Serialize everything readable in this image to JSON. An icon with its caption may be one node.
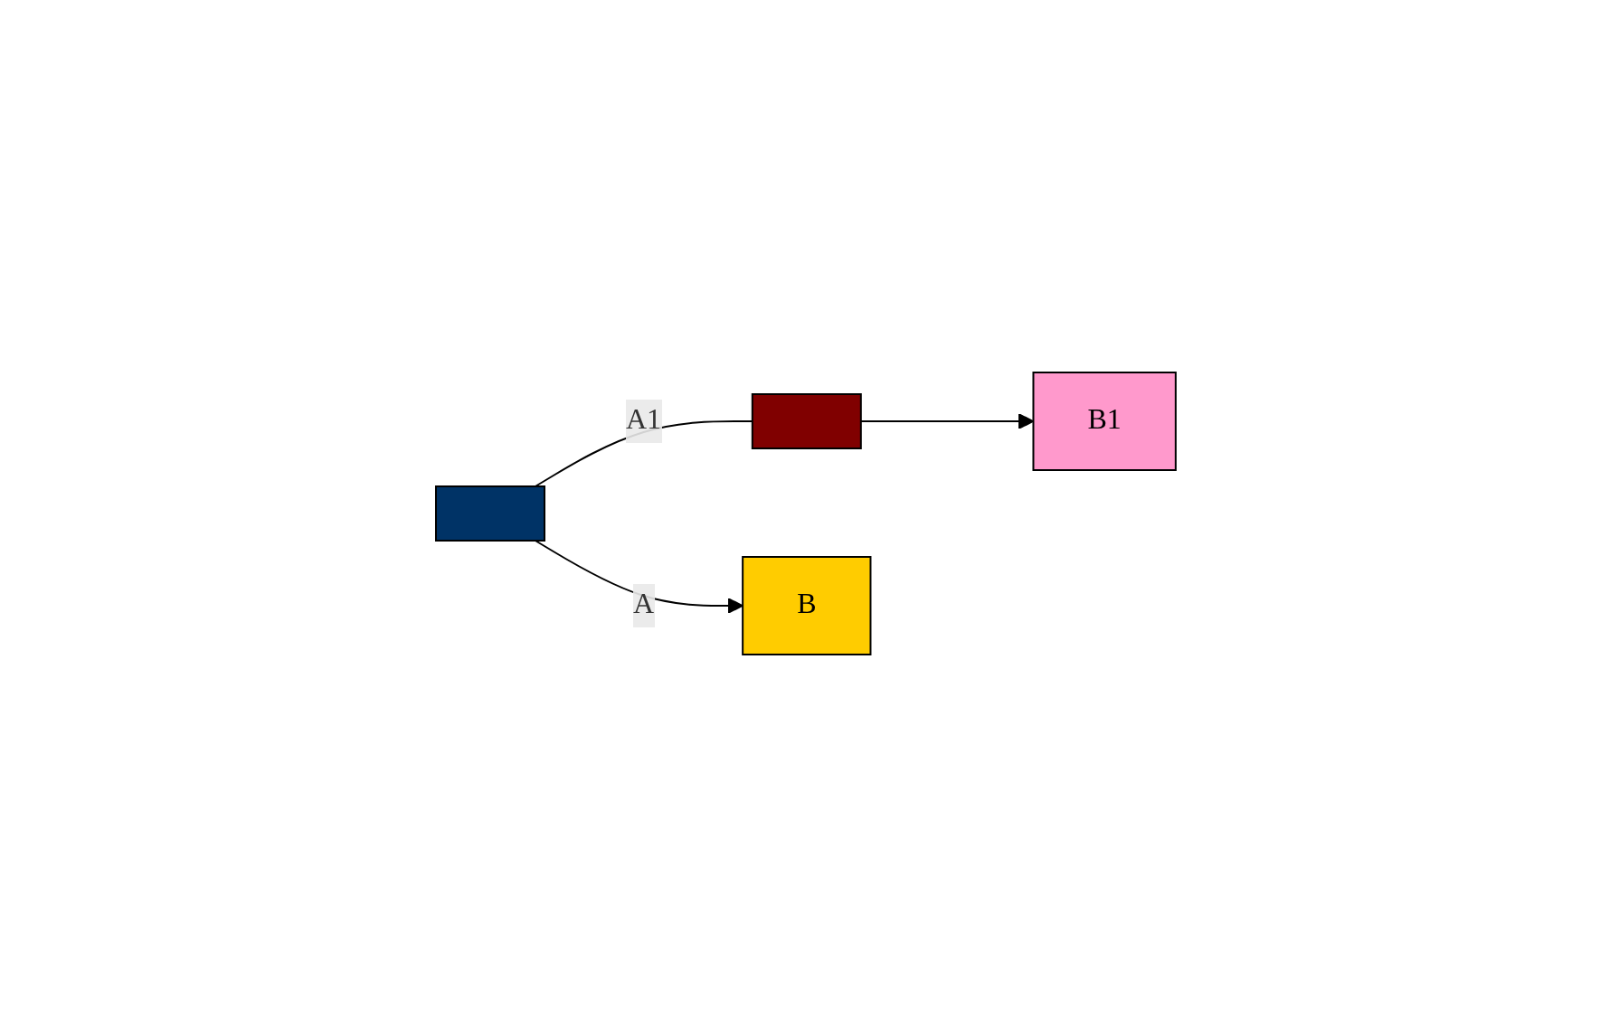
{
  "diagram": {
    "nodes": [
      {
        "text": [],
        "shape": "box"
      },
      {
        "text": [],
        "shape": "box"
      },
      {
        "text": [
          "B"
        ]
      },
      {
        "text": [
          "B1"
        ]
      }
    ],
    "edges": [
      {
        "from": 0,
        "to": 2,
        "arrow": "to",
        "label": "A"
      },
      {
        "from": 0,
        "to": 1,
        "arrow": "none",
        "label": "A1"
      },
      {
        "from": 1,
        "to": 3,
        "arrow": "to"
      }
    ]
  }
}
